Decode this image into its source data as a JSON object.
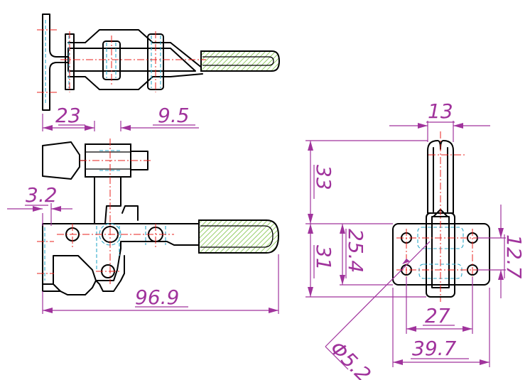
{
  "dimensions": {
    "top_view_left": "23",
    "top_view_right": "9.5",
    "side_view_offset": "3.2",
    "side_view_length": "96.9",
    "end_view_width": "13",
    "end_view_height_upper": "33",
    "end_view_height_lower": "31",
    "hole_spacing_vertical": "25.4",
    "hole_spacing_vertical_right": "12.7",
    "hole_spacing_horizontal": "27",
    "base_width": "39.7",
    "hole_diameter": "Φ5.2"
  },
  "colors": {
    "object_line": "#000000",
    "hidden_line": "#2fa9c9",
    "center_line": "#e8201c",
    "dimension_line": "#a0339c",
    "grip_hatch": "#7cc243"
  }
}
